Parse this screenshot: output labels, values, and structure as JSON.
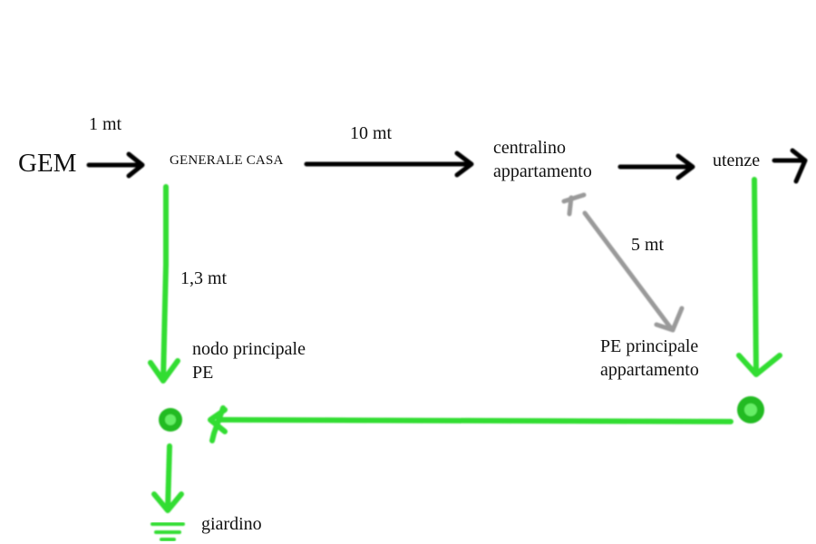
{
  "labels": {
    "gem": "GEM",
    "generale_casa": "GENERALE CASA",
    "centralino_line1": "centralino",
    "centralino_line2": "appartamento",
    "utenze": "utenze",
    "nodo_line1": "nodo principale",
    "nodo_line2": "PE",
    "pe_app_line1": "PE principale",
    "pe_app_line2": "appartamento",
    "giardino": "giardino"
  },
  "distances": {
    "gem_to_generale": "1 mt",
    "generale_to_centralino": "10 mt",
    "generale_to_nodo": "1,3 mt",
    "centralino_to_pe": "5 mt"
  },
  "colors": {
    "black_arrow": "#000000",
    "green_arrow": "#33dd33",
    "gray_arrow": "#9a9a9a",
    "node_fill": "#22bb22"
  },
  "icons": {
    "nodo": "ground-node-icon",
    "pe_app": "ground-node-icon",
    "giardino": "earth-ground-icon"
  }
}
